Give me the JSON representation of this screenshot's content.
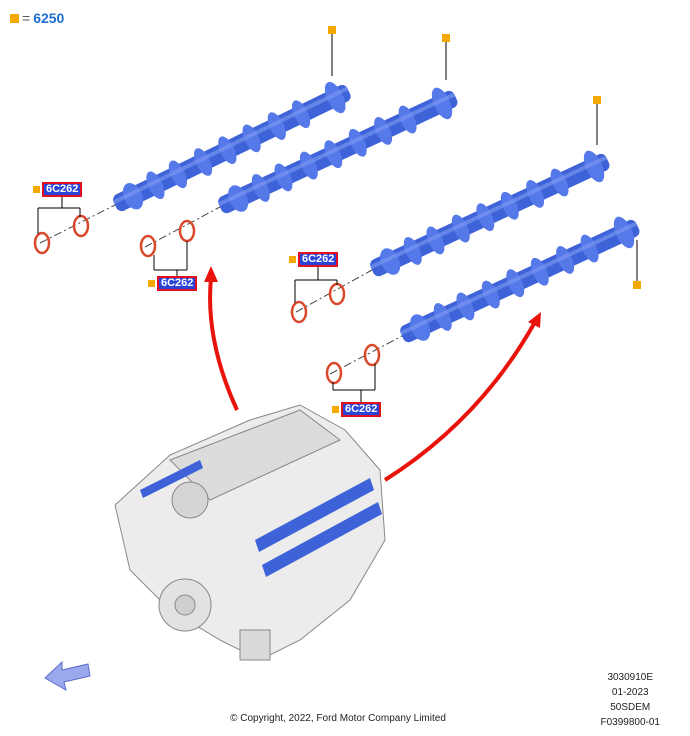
{
  "legend": {
    "symbol_color": "#f5a800",
    "equals": "=",
    "part_number": "6250"
  },
  "callouts": [
    {
      "label": "6C262"
    },
    {
      "label": "6C262"
    },
    {
      "label": "6C262"
    },
    {
      "label": "6C262"
    }
  ],
  "meta": {
    "lines": [
      "3030910E",
      "01-2023",
      "50SDEM",
      "F0399800-01"
    ]
  },
  "copyright": "© Copyright, 2022, Ford Motor Company Limited",
  "colors": {
    "camshaft": "#3e63d8",
    "oring": "#d9482a",
    "arrow": "#e8140c",
    "label_border": "#e01020"
  }
}
